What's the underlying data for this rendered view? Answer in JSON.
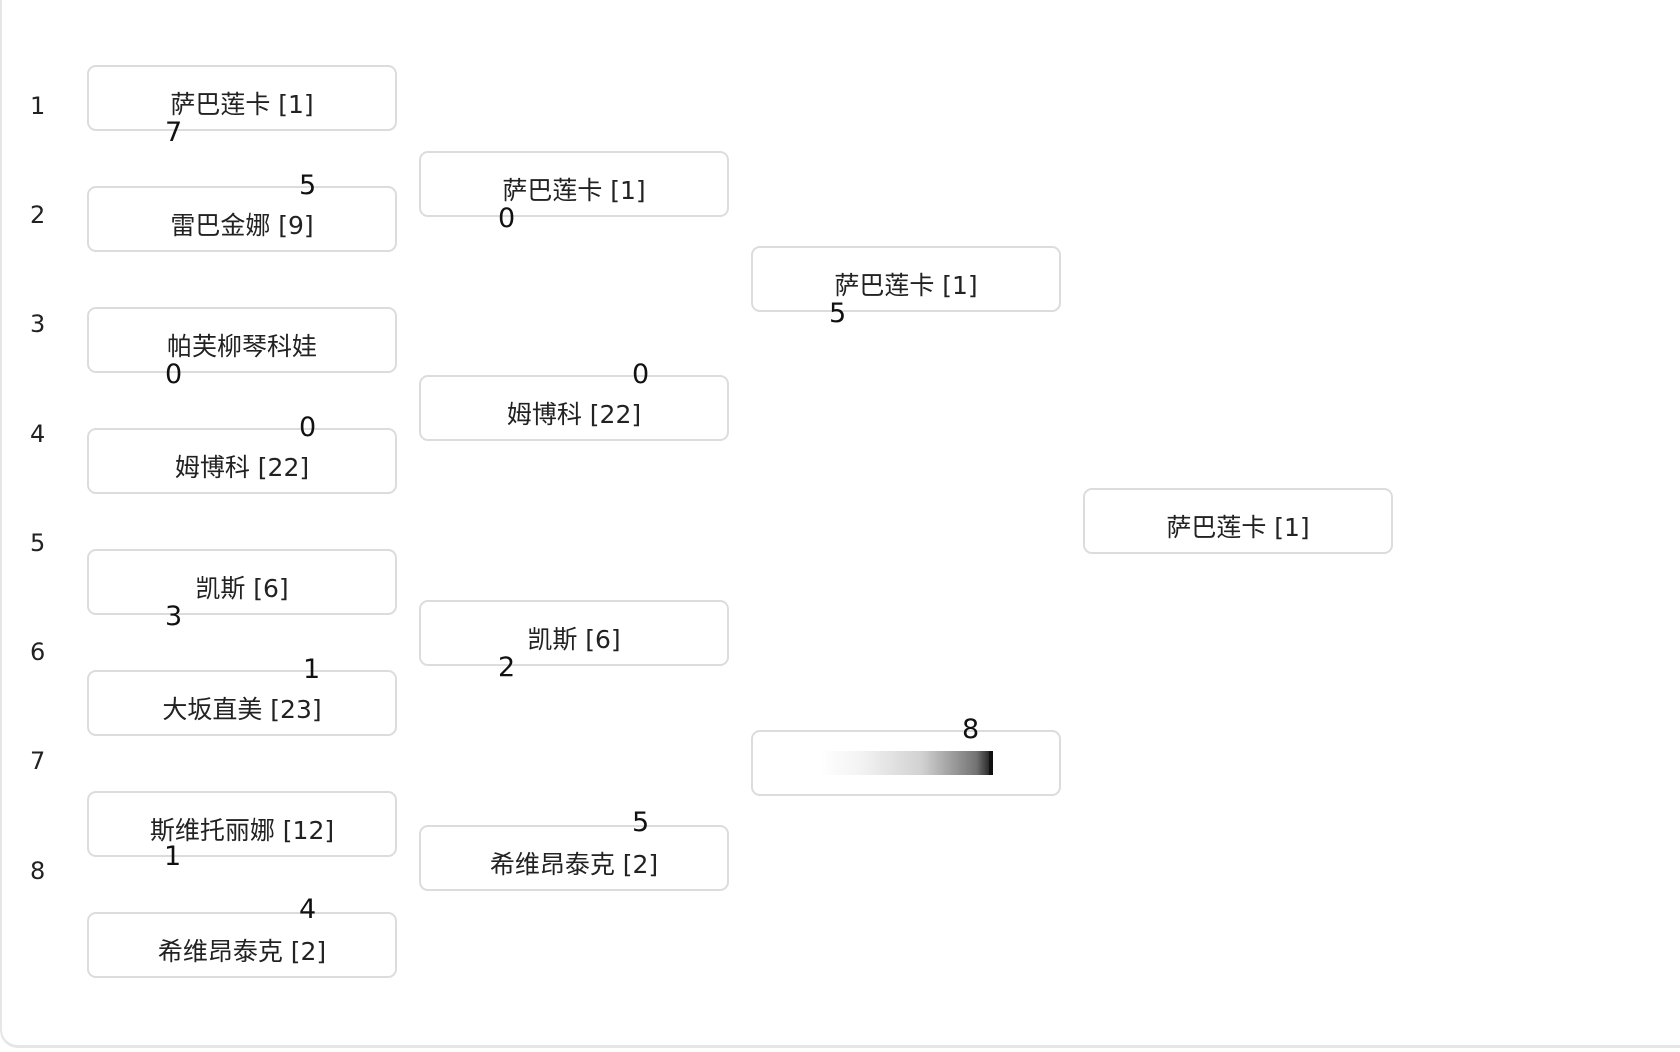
{
  "seeds": [
    "1",
    "2",
    "3",
    "4",
    "5",
    "6",
    "7",
    "8"
  ],
  "round1": [
    {
      "name": "萨巴莲卡 [1]",
      "score": "7"
    },
    {
      "name": "雷巴金娜 [9]",
      "score": "5"
    },
    {
      "name": "帕芙柳琴科娃",
      "score": "0"
    },
    {
      "name": "姆博科 [22]",
      "score": "0"
    },
    {
      "name": "凯斯 [6]",
      "score": "3"
    },
    {
      "name": "大坂直美 [23]",
      "score": "1"
    },
    {
      "name": "斯维托丽娜 [12]",
      "score": "1"
    },
    {
      "name": "希维昂泰克 [2]",
      "score": "4"
    }
  ],
  "round2": [
    {
      "name": "萨巴莲卡 [1]",
      "score": "0"
    },
    {
      "name": "姆博科 [22]",
      "score": "0"
    },
    {
      "name": "凯斯 [6]",
      "score": "2"
    },
    {
      "name": "希维昂泰克 [2]",
      "score": "5"
    }
  ],
  "round3": [
    {
      "name": "萨巴莲卡 [1]",
      "score": "5"
    },
    {
      "name": "",
      "score": "8",
      "loading": true
    }
  ],
  "final": {
    "name": "萨巴莲卡 [1]"
  }
}
